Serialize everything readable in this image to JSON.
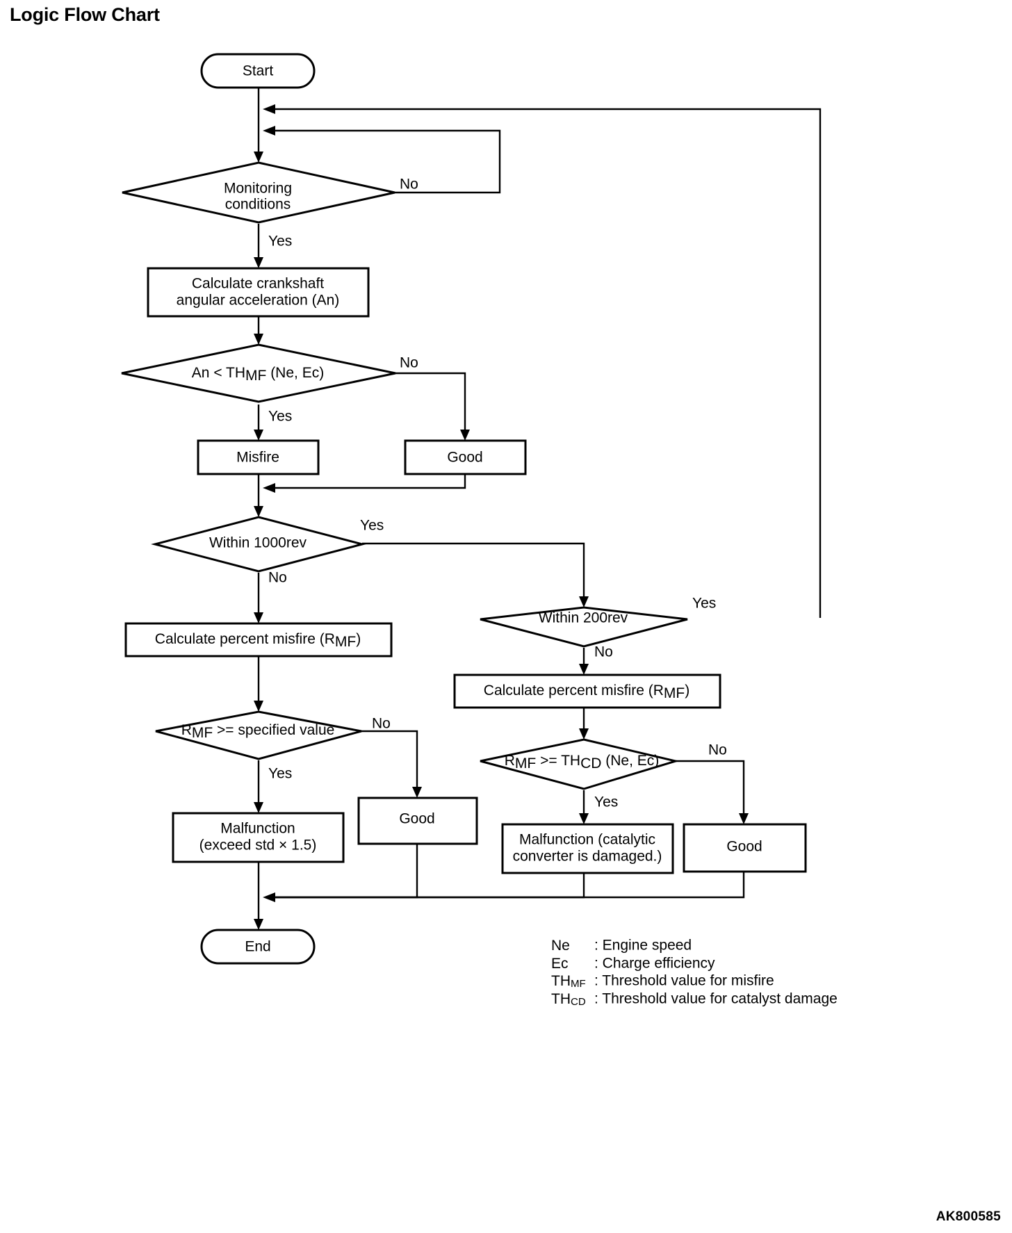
{
  "page": {
    "title": "Logic Flow Chart",
    "footer_code": "AK800585",
    "background_color": "#ffffff",
    "ink_color": "#000000"
  },
  "chart_data": {
    "type": "diagram",
    "diagram_kind": "flowchart",
    "title": "Logic Flow Chart",
    "nodes": [
      {
        "id": "start",
        "shape": "terminator",
        "label": "Start"
      },
      {
        "id": "mon_cond",
        "shape": "decision",
        "label_lines": [
          "Monitoring",
          "conditions"
        ]
      },
      {
        "id": "calc_ang",
        "shape": "process",
        "label_lines": [
          "Calculate crankshaft",
          "angular acceleration (An)"
        ]
      },
      {
        "id": "an_lt_thmf",
        "shape": "decision",
        "label": "An < TH",
        "label_sub": "MF",
        "label_tail": " (Ne, Ec)"
      },
      {
        "id": "misfire",
        "shape": "process",
        "label": "Misfire"
      },
      {
        "id": "good_1",
        "shape": "process",
        "label": "Good"
      },
      {
        "id": "within_1000",
        "shape": "decision",
        "label": "Within 1000rev"
      },
      {
        "id": "within_200",
        "shape": "decision",
        "label": "Within 200rev"
      },
      {
        "id": "calc_pct_l",
        "shape": "process",
        "label": "Calculate percent misfire (R",
        "label_sub": "MF",
        "label_tail": ")"
      },
      {
        "id": "calc_pct_r",
        "shape": "process",
        "label": "Calculate percent misfire (R",
        "label_sub": "MF",
        "label_tail": ")"
      },
      {
        "id": "rmf_spec",
        "shape": "decision",
        "label": "R",
        "label_sub": "MF",
        "label_tail": " >= specified value"
      },
      {
        "id": "rmf_thcd",
        "shape": "decision",
        "label": "R",
        "label_sub": "MF",
        "label_tail2_sub": "CD",
        "label_mid": " >= TH",
        "label_tail": " (Ne, Ec)"
      },
      {
        "id": "malf_std",
        "shape": "process",
        "label_lines": [
          "Malfunction",
          "(exceed std × 1.5)"
        ]
      },
      {
        "id": "good_2",
        "shape": "process",
        "label": "Good"
      },
      {
        "id": "malf_cat",
        "shape": "process",
        "label_lines": [
          "Malfunction (catalytic",
          "converter is damaged.)"
        ]
      },
      {
        "id": "good_3",
        "shape": "process",
        "label": "Good"
      },
      {
        "id": "end",
        "shape": "terminator",
        "label": "End"
      }
    ],
    "edges": [
      {
        "from": "start",
        "to": "mon_cond",
        "label": ""
      },
      {
        "from": "mon_cond",
        "to": "calc_ang",
        "label": "Yes"
      },
      {
        "from": "mon_cond",
        "to": "mon_cond",
        "label": "No"
      },
      {
        "from": "calc_ang",
        "to": "an_lt_thmf",
        "label": ""
      },
      {
        "from": "an_lt_thmf",
        "to": "misfire",
        "label": "Yes"
      },
      {
        "from": "an_lt_thmf",
        "to": "good_1",
        "label": "No"
      },
      {
        "from": "misfire",
        "to": "within_1000",
        "label": ""
      },
      {
        "from": "good_1",
        "to": "within_1000",
        "label": ""
      },
      {
        "from": "within_1000",
        "to": "within_200",
        "label": "Yes"
      },
      {
        "from": "within_1000",
        "to": "calc_pct_l",
        "label": "No"
      },
      {
        "from": "within_200",
        "to": "mon_cond",
        "label": "Yes"
      },
      {
        "from": "within_200",
        "to": "calc_pct_r",
        "label": "No"
      },
      {
        "from": "calc_pct_l",
        "to": "rmf_spec",
        "label": ""
      },
      {
        "from": "rmf_spec",
        "to": "malf_std",
        "label": "Yes"
      },
      {
        "from": "rmf_spec",
        "to": "good_2",
        "label": "No"
      },
      {
        "from": "calc_pct_r",
        "to": "rmf_thcd",
        "label": ""
      },
      {
        "from": "rmf_thcd",
        "to": "malf_cat",
        "label": "Yes"
      },
      {
        "from": "rmf_thcd",
        "to": "good_3",
        "label": "No"
      },
      {
        "from": "malf_std",
        "to": "end",
        "label": ""
      },
      {
        "from": "good_2",
        "to": "end",
        "label": ""
      },
      {
        "from": "malf_cat",
        "to": "end",
        "label": ""
      },
      {
        "from": "good_3",
        "to": "end",
        "label": ""
      }
    ]
  },
  "nodes": {
    "start": "Start",
    "monitoring_line1": "Monitoring",
    "monitoring_line2": "conditions",
    "calc_ang_line1": "Calculate crankshaft",
    "calc_ang_line2": "angular acceleration (An)",
    "an_lt_pre": "An < TH",
    "an_lt_sub": "MF",
    "an_lt_post": " (Ne, Ec)",
    "misfire": "Misfire",
    "good_1": "Good",
    "within_1000rev": "Within 1000rev",
    "within_200rev": "Within 200rev",
    "calc_pct_pre": "Calculate percent misfire (R",
    "calc_pct_sub": "MF",
    "calc_pct_post": ")",
    "rmf_spec_pre": "R",
    "rmf_spec_sub": "MF",
    "rmf_spec_post": " >= specified value",
    "rmf_thcd_pre": "R",
    "rmf_thcd_sub1": "MF",
    "rmf_thcd_mid": " >= TH",
    "rmf_thcd_sub2": "CD",
    "rmf_thcd_post": " (Ne, Ec)",
    "malf_std_line1": "Malfunction",
    "malf_std_line2": "(exceed std × 1.5)",
    "good_2": "Good",
    "malf_cat_line1": "Malfunction (catalytic",
    "malf_cat_line2": "converter is damaged.)",
    "good_3": "Good",
    "end": "End"
  },
  "edge_labels": {
    "mon_no": "No",
    "mon_yes": "Yes",
    "an_no": "No",
    "an_yes": "Yes",
    "rev1000_yes": "Yes",
    "rev1000_no": "No",
    "rev200_yes": "Yes",
    "rev200_no": "No",
    "rmf_spec_no": "No",
    "rmf_spec_yes": "Yes",
    "rmf_thcd_no": "No",
    "rmf_thcd_yes": "Yes"
  },
  "legend": {
    "rows": [
      {
        "key": "Ne",
        "key_sub": "",
        "value": ": Engine speed"
      },
      {
        "key": "Ec",
        "key_sub": "",
        "value": ": Charge efficiency"
      },
      {
        "key": "TH",
        "key_sub": "MF",
        "value": ": Threshold value for misfire"
      },
      {
        "key": "TH",
        "key_sub": "CD",
        "value": ": Threshold value for catalyst damage"
      }
    ]
  }
}
